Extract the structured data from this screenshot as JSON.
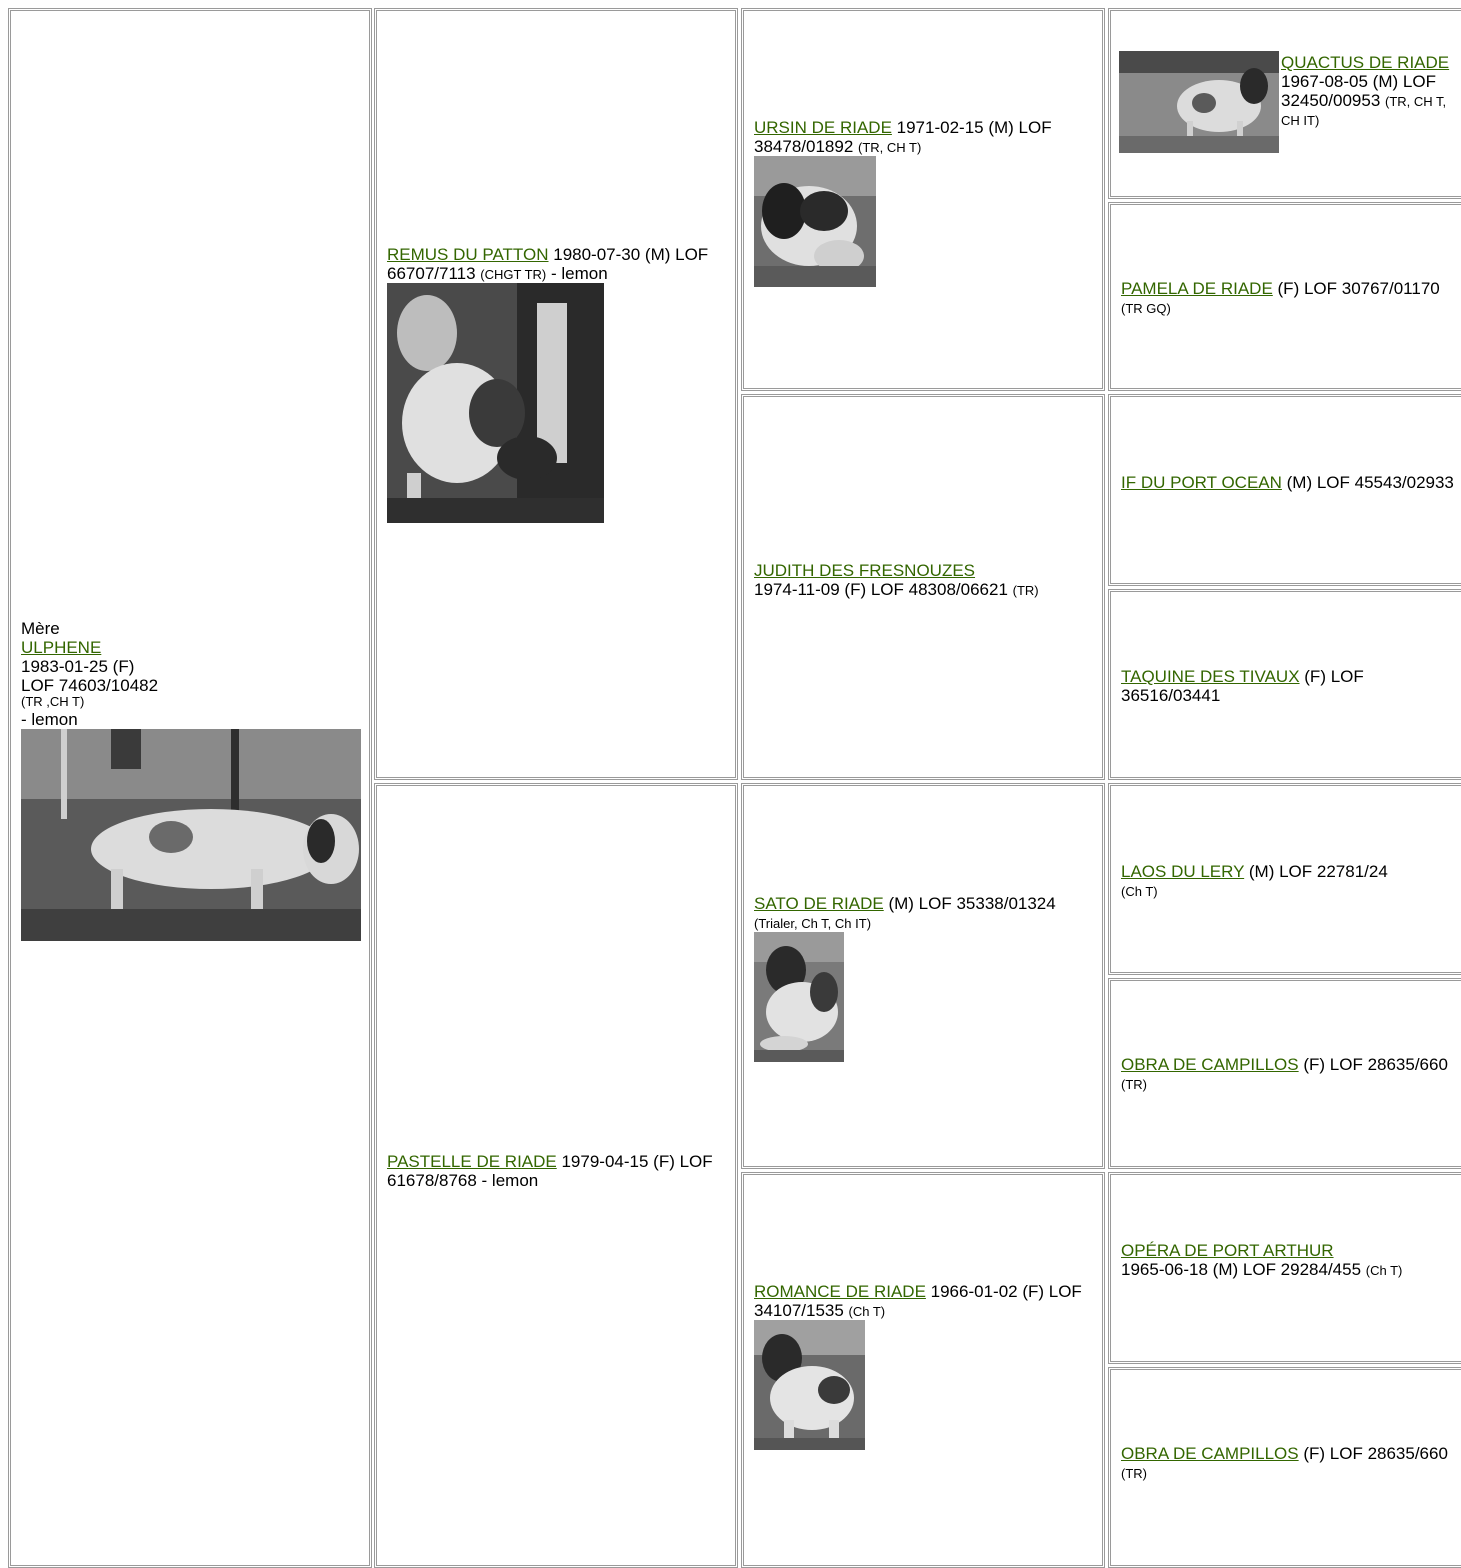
{
  "mother": {
    "label": "Mère",
    "name": "ULPHENE",
    "date": "1983-01-25 (F)",
    "reg": "LOF 74603/10482",
    "titles": "(TR ,CH T)",
    "color": "- lemon"
  },
  "gen2": {
    "sire": {
      "name": "REMUS DU PATTON",
      "info": " 1980-07-30 (M) LOF 66707/7113 ",
      "titles": "(CHGT TR)",
      "suffix": " - lemon"
    },
    "dam": {
      "name": "PASTELLE DE RIADE",
      "info": " 1979-04-15 (F) LOF 61678/8768 - lemon"
    }
  },
  "gen3": {
    "a": {
      "name": "URSIN DE RIADE",
      "info": " 1971-02-15 (M) LOF 38478/01892 ",
      "titles": "(TR, CH T)"
    },
    "b": {
      "name": "JUDITH DES FRESNOUZES",
      "info": "1974-11-09 (F) LOF 48308/06621 ",
      "titles": "(TR)"
    },
    "c": {
      "name": "SATO DE RIADE",
      "info": " (M) LOF 35338/01324 ",
      "titles": "(Trialer, Ch T, Ch IT)"
    },
    "d": {
      "name": "ROMANCE DE RIADE",
      "info": " 1966-01-02 (F) LOF 34107/1535 ",
      "titles": "(Ch T)"
    }
  },
  "gen4": {
    "a": {
      "name": "QUACTUS DE RIADE",
      "info": " 1967-08-05 (M) LOF 32450/00953 ",
      "titles": "(TR, CH T, CH IT)"
    },
    "b": {
      "name": "PAMELA DE RIADE",
      "info": " (F) LOF 30767/01170 ",
      "titles": "(TR GQ)"
    },
    "c": {
      "name": "IF DU PORT OCEAN",
      "info": " (M) LOF 45543/02933",
      "titles": ""
    },
    "d": {
      "name": "TAQUINE DES TIVAUX",
      "info": " (F) LOF 36516/03441",
      "titles": ""
    },
    "e": {
      "name": "LAOS DU LERY",
      "info": " (M) LOF 22781/24 ",
      "titles": "(Ch T)"
    },
    "f": {
      "name": "OBRA DE CAMPILLOS",
      "info": " (F) LOF 28635/660 ",
      "titles": "(TR)"
    },
    "g": {
      "name": "OPÉRA DE PORT ARTHUR",
      "info": "1965-06-18 (M) LOF 29284/455 ",
      "titles": "(Ch T)"
    },
    "h": {
      "name": "OBRA DE CAMPILLOS",
      "info": " (F) LOF 28635/660 ",
      "titles": "(TR)"
    }
  }
}
